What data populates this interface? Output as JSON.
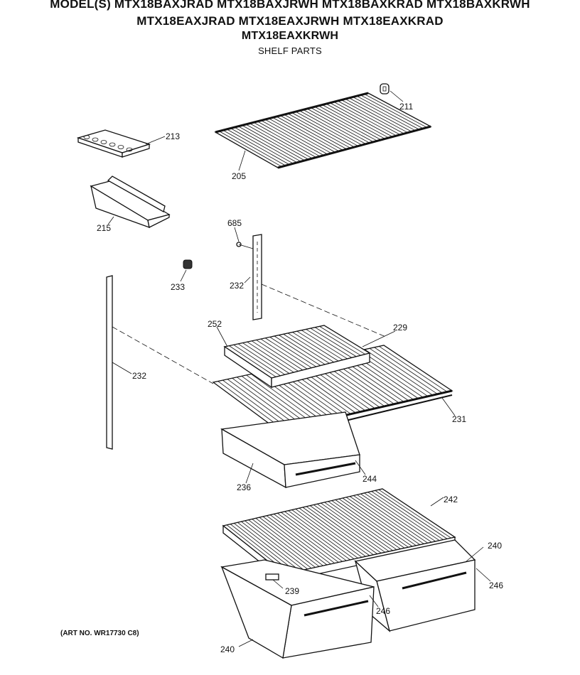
{
  "header": {
    "line1": "MODEL(S) MTX18BAXJRAD  MTX18BAXJRWH  MTX18BAXKRAD  MTX18BAXKRWH",
    "line2": "MTX18EAXJRAD  MTX18EAXJRWH  MTX18EAXKRAD",
    "line3": "MTX18EAXKRWH",
    "subtitle": "SHELF PARTS"
  },
  "callouts": {
    "p211": "211",
    "p213": "213",
    "p205": "205",
    "p215": "215",
    "p685": "685",
    "p233": "233",
    "p232a": "232",
    "p232b": "232",
    "p252": "252",
    "p229": "229",
    "p231": "231",
    "p236": "236",
    "p244": "244",
    "p242": "242",
    "p240a": "240",
    "p246a": "246",
    "p239": "239",
    "p246b": "246",
    "p240b": "240"
  },
  "footer": {
    "art_no": "(ART NO. WR17730 C8)"
  }
}
